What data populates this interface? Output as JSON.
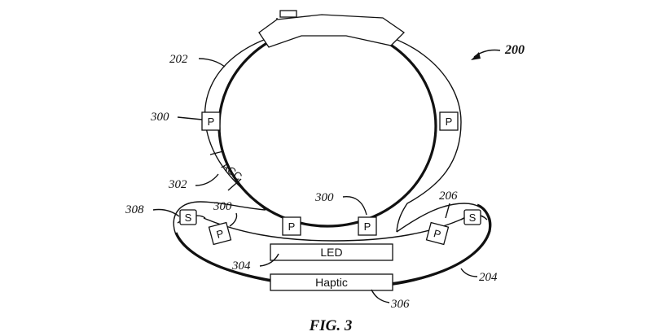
{
  "figure": {
    "title": "FIG. 3",
    "ref_200": "200",
    "labels": {
      "ref_202": "202",
      "ref_300_a": "300",
      "ref_302": "302",
      "ref_308": "308",
      "ref_300_b": "300",
      "ref_304": "304",
      "ref_300_c": "300",
      "ref_206": "206",
      "ref_204": "204",
      "ref_306": "306"
    },
    "components": {
      "p_left": "P",
      "p_right": "P",
      "acc": "ACC",
      "s_left": "S",
      "s_right": "S",
      "p_band_left": "P",
      "p_band_mid1": "P",
      "p_band_mid2": "P",
      "p_band_right": "P",
      "led": "LED",
      "haptic": "Haptic"
    }
  }
}
